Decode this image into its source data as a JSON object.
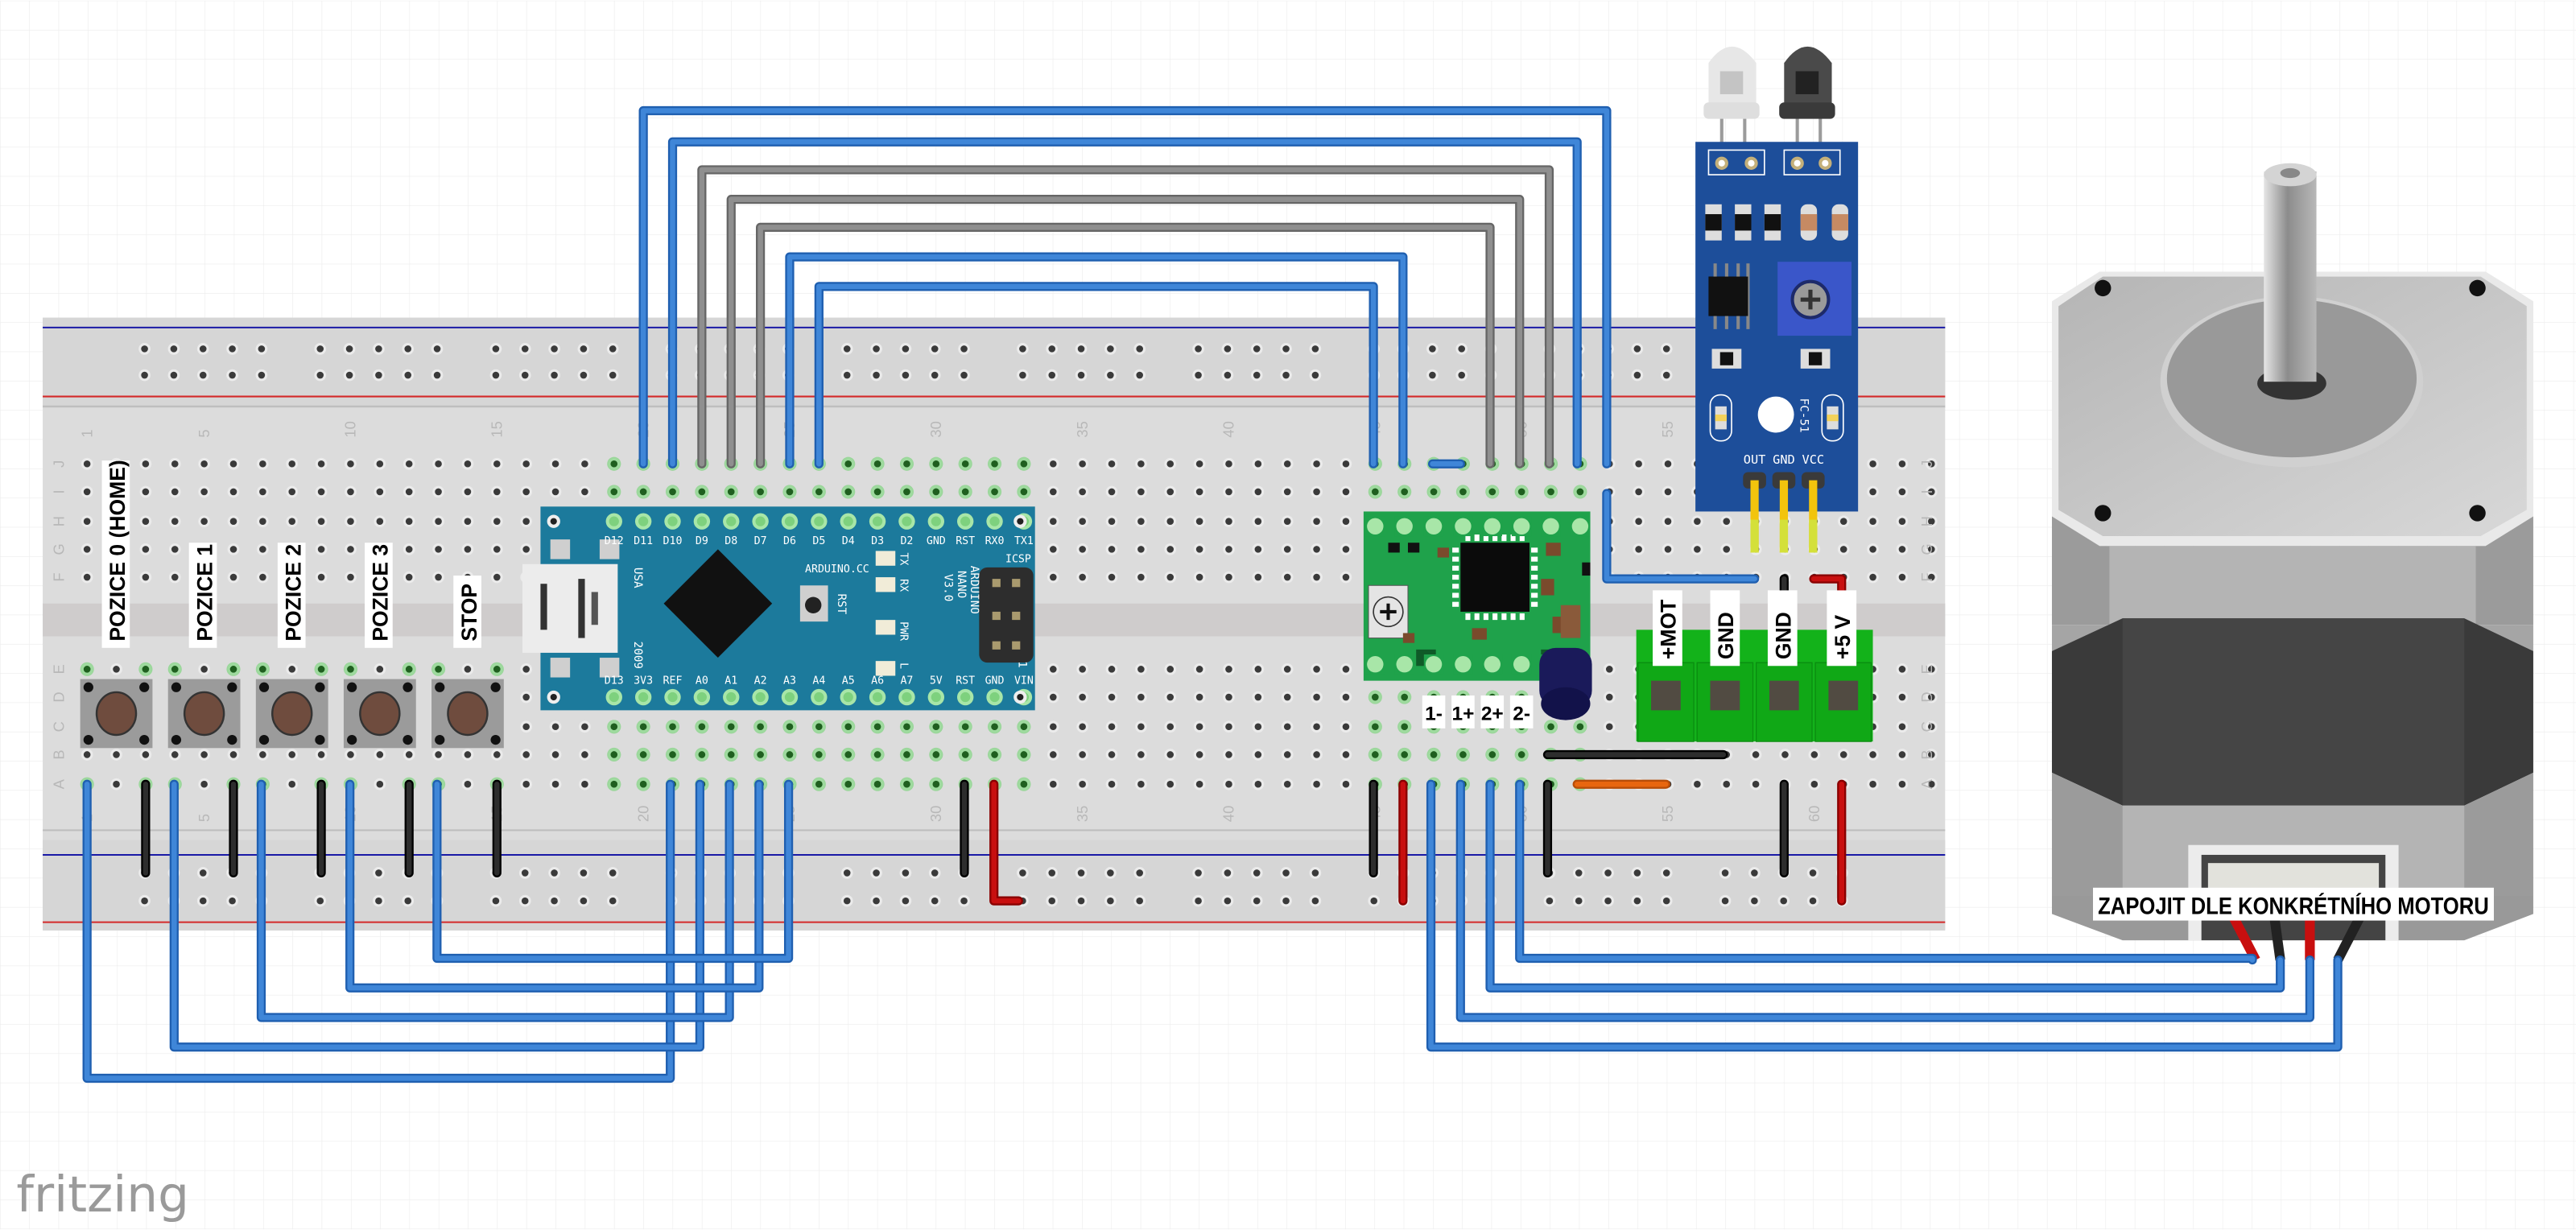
{
  "app": {
    "logo": "fritzing"
  },
  "colors": {
    "wire_blue": "#3f86d8",
    "wire_gray": "#8f8f8f",
    "wire_black": "#2d2d2d",
    "wire_red": "#c80f0f",
    "wire_orange": "#e8660f",
    "wire_yellow": "#f2c40d",
    "arduino_pcb": "#1c7a9c",
    "driver_pcb": "#1fa24b",
    "sensor_pcb": "#1d4e9a",
    "terminal_green": "#13b21a",
    "breadboard": "#dcdcdc",
    "rail_blue": "#1a1aa6",
    "rail_red": "#d42a2a",
    "button_cap": "#6f4c3e"
  },
  "breadboard": {
    "column_numbers": [
      "1",
      "5",
      "10",
      "15",
      "20",
      "25",
      "30",
      "35",
      "40",
      "45",
      "50",
      "55",
      "60"
    ],
    "row_letters_top": [
      "J",
      "I",
      "H",
      "G",
      "F"
    ],
    "row_letters_bottom": [
      "E",
      "D",
      "C",
      "B",
      "A"
    ]
  },
  "buttons": [
    {
      "label": "POZICE 0 (HOME)"
    },
    {
      "label": "POZICE 1"
    },
    {
      "label": "POZICE 2"
    },
    {
      "label": "POZICE 3"
    },
    {
      "label": "STOP"
    }
  ],
  "arduino": {
    "name_lines": [
      "ARDUINO",
      "NANO",
      "V3.0"
    ],
    "site": "ARDUINO.CC",
    "top_pins": [
      "D12",
      "D11",
      "D10",
      "D9",
      "D8",
      "D7",
      "D6",
      "D5",
      "D4",
      "D3",
      "D2",
      "GND",
      "RST",
      "RX0",
      "TX1"
    ],
    "bottom_pins": [
      "D13",
      "3V3",
      "REF",
      "A0",
      "A1",
      "A2",
      "A3",
      "A4",
      "A5",
      "A6",
      "A7",
      "5V",
      "RST",
      "GND",
      "VIN"
    ],
    "leds": [
      "TX",
      "RX",
      "PWR",
      "L"
    ],
    "reset_label": "RST",
    "icsp_label": "ICSP",
    "usb_text_1": "USA",
    "usb_text_2": "2009",
    "pin1_mark": "1"
  },
  "driver": {
    "output_labels": [
      "1-",
      "1+",
      "2+",
      "2-"
    ]
  },
  "terminal": {
    "labels": [
      "+MOT",
      "GND",
      "GND",
      "+5 V"
    ]
  },
  "ir_sensor": {
    "model": "FC-51",
    "pins": [
      "OUT",
      "GND",
      "VCC"
    ]
  },
  "motor": {
    "note": "ZAPOJIT DLE KONKRÉTNÍHO MOTORU"
  }
}
